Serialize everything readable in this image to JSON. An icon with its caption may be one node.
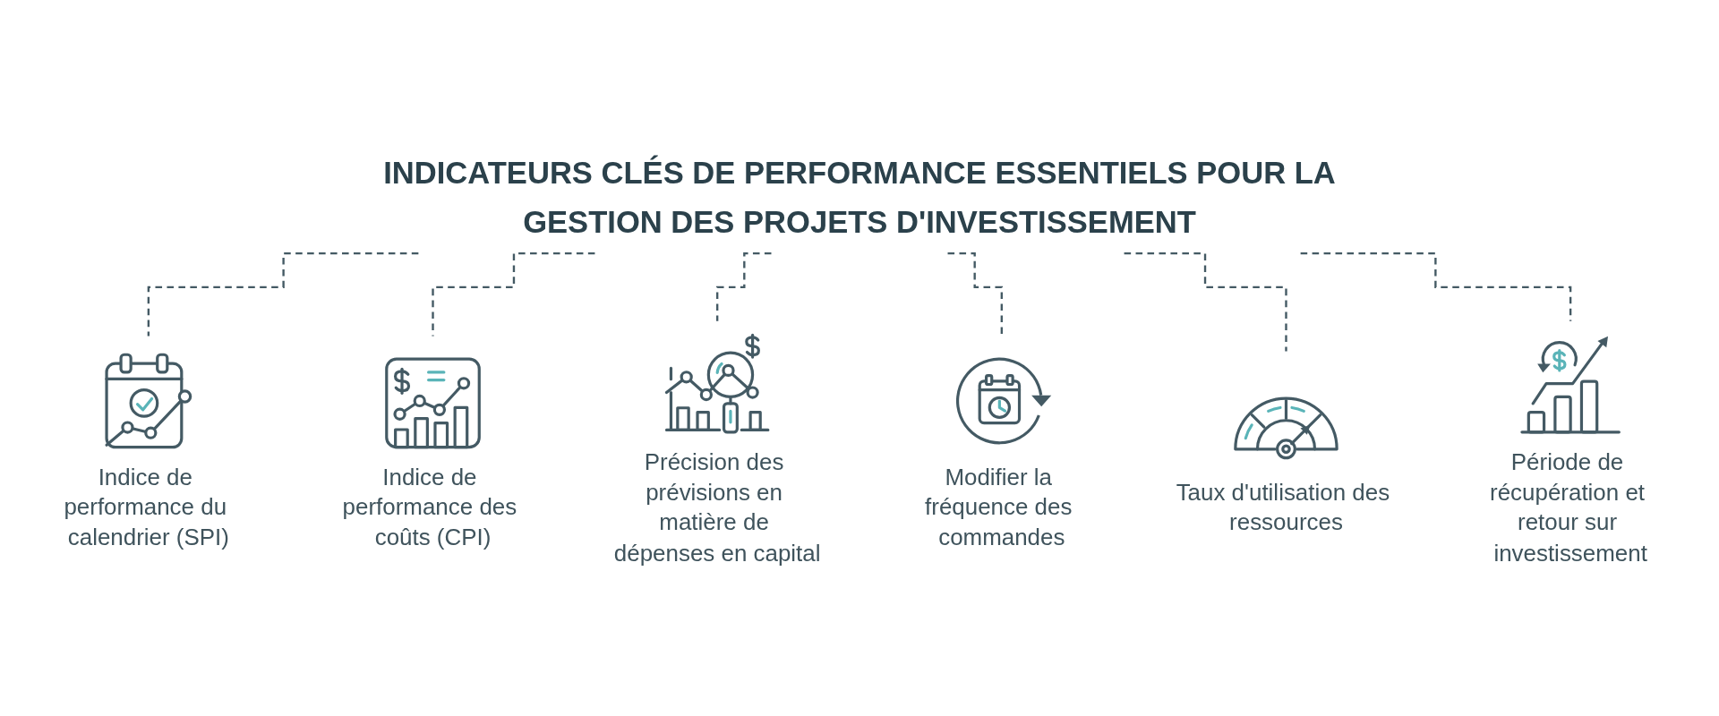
{
  "diagram": {
    "nodes": [
      {
        "text": [
          "INDICATEURS CLÉS DE PERFORMANCE ESSENTIELS POUR LA GESTION DES PROJETS D'INVESTISSEMENT"
        ]
      },
      {
        "text": [
          "Indice de performance du calendrier (SPI)"
        ]
      },
      {
        "text": [
          "Indice de performance des coûts (CPI)"
        ]
      },
      {
        "text": [
          "Précision des prévisions en matière de dépenses en capital"
        ]
      },
      {
        "text": [
          "Modifier la fréquence des commandes"
        ]
      },
      {
        "text": [
          "Taux d'utilisation des ressources"
        ]
      },
      {
        "text": [
          "Période de récupération et retour sur investissement"
        ]
      }
    ],
    "edges": [
      {
        "from": 0,
        "to": 1,
        "arrow": "none",
        "style": "dashed"
      },
      {
        "from": 0,
        "to": 2,
        "arrow": "none",
        "style": "dashed"
      },
      {
        "from": 0,
        "to": 3,
        "arrow": "none",
        "style": "dashed"
      },
      {
        "from": 0,
        "to": 4,
        "arrow": "none",
        "style": "dashed"
      },
      {
        "from": 0,
        "to": 5,
        "arrow": "none",
        "style": "dashed"
      },
      {
        "from": 0,
        "to": 6,
        "arrow": "none",
        "style": "dashed"
      }
    ]
  }
}
